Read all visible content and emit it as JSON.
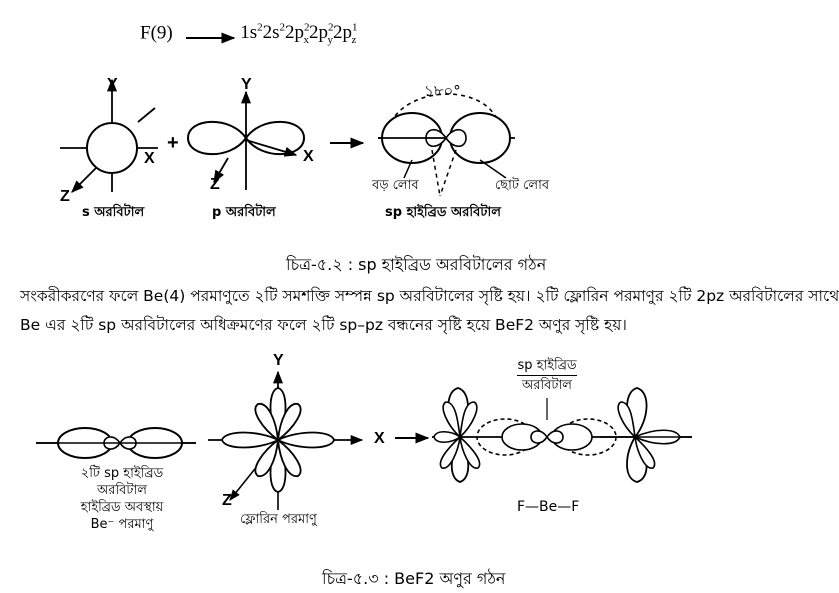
{
  "config": {
    "element": "F(9)",
    "parts": [
      {
        "t": "1s",
        "sup": "2"
      },
      {
        "t": "2s",
        "sup": "2"
      },
      {
        "t": "2p",
        "sup": "2",
        "sub": "x"
      },
      {
        "t": "2p",
        "sup": "2",
        "sub": "y"
      },
      {
        "t": "2p",
        "sup": "1",
        "sub": "z"
      }
    ]
  },
  "fig52": {
    "axis_y": "Y",
    "axis_x": "X",
    "axis_z": "Z",
    "plus": "+",
    "angle": "১৮০°",
    "s_label": "s অরবিটাল",
    "p_label": "p অরবিটাল",
    "sp_label": "sp হাইব্রিড অরবিটাল",
    "big_lobe": "বড় লোব",
    "small_lobe": "ছোট লোব",
    "caption": "চিত্র-৫.২ : sp হাইব্রিড অরবিটালের গঠন"
  },
  "paragraph": {
    "line1": "সংকরীকরণের ফলে Be(4) পরমাণুতে ২টি সমশক্তি সম্পন্ন sp অরবিটালের সৃষ্টি হয়। ২টি ফ্লোরিন পরমাণুর ২টি 2pz অরবিটালের সাথে",
    "line2": "Be এর ২টি sp অরবিটালের অধিক্রমণের ফলে ২টি sp–pz বন্ধনের সৃষ্টি হয়ে BeF2 অণুর সৃষ্টি হয়।"
  },
  "fig53": {
    "be_label_1": "২টি sp হাইব্রিড",
    "be_label_2": "অরবিটাল",
    "be_label_3": "হাইব্রিড অবস্থায়",
    "be_label_4": "Be⁻ পরমাণু",
    "f_label": "ফ্লোরিন পরমাণু",
    "axis_y": "Y",
    "axis_x": "X",
    "axis_z": "Z",
    "sp_hybrid_1": "sp হাইব্রিড",
    "sp_hybrid_2": "অরবিটাল",
    "molecule": "F—Be—F",
    "caption": "চিত্র-৫.৩ : BeF2 অণুর গঠন"
  }
}
